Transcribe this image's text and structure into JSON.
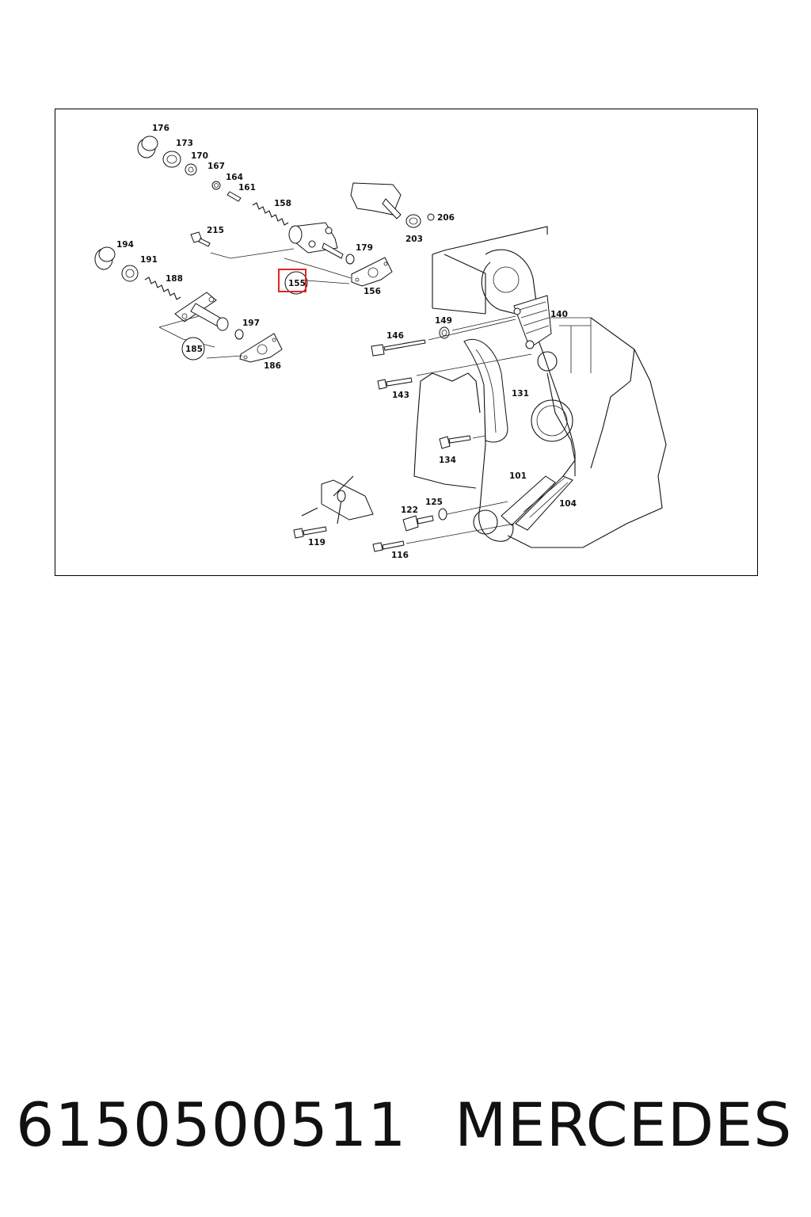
{
  "diagram": {
    "callouts": {
      "c101": "101",
      "c104": "104",
      "c116": "116",
      "c119": "119",
      "c122": "122",
      "c125": "125",
      "c131": "131",
      "c134": "134",
      "c140": "140",
      "c143": "143",
      "c146": "146",
      "c149": "149",
      "c155": "155",
      "c156": "156",
      "c158": "158",
      "c161": "161",
      "c164": "164",
      "c167": "167",
      "c170": "170",
      "c173": "173",
      "c176": "176",
      "c179": "179",
      "c185": "185",
      "c186": "186",
      "c188": "188",
      "c191": "191",
      "c194": "194",
      "c197": "197",
      "c203": "203",
      "c206": "206",
      "c215": "215"
    },
    "highlighted_callout": "155",
    "highlight_color": "#e0262a"
  },
  "caption": {
    "part_number": "6150500511",
    "brand": "MERCEDES"
  }
}
